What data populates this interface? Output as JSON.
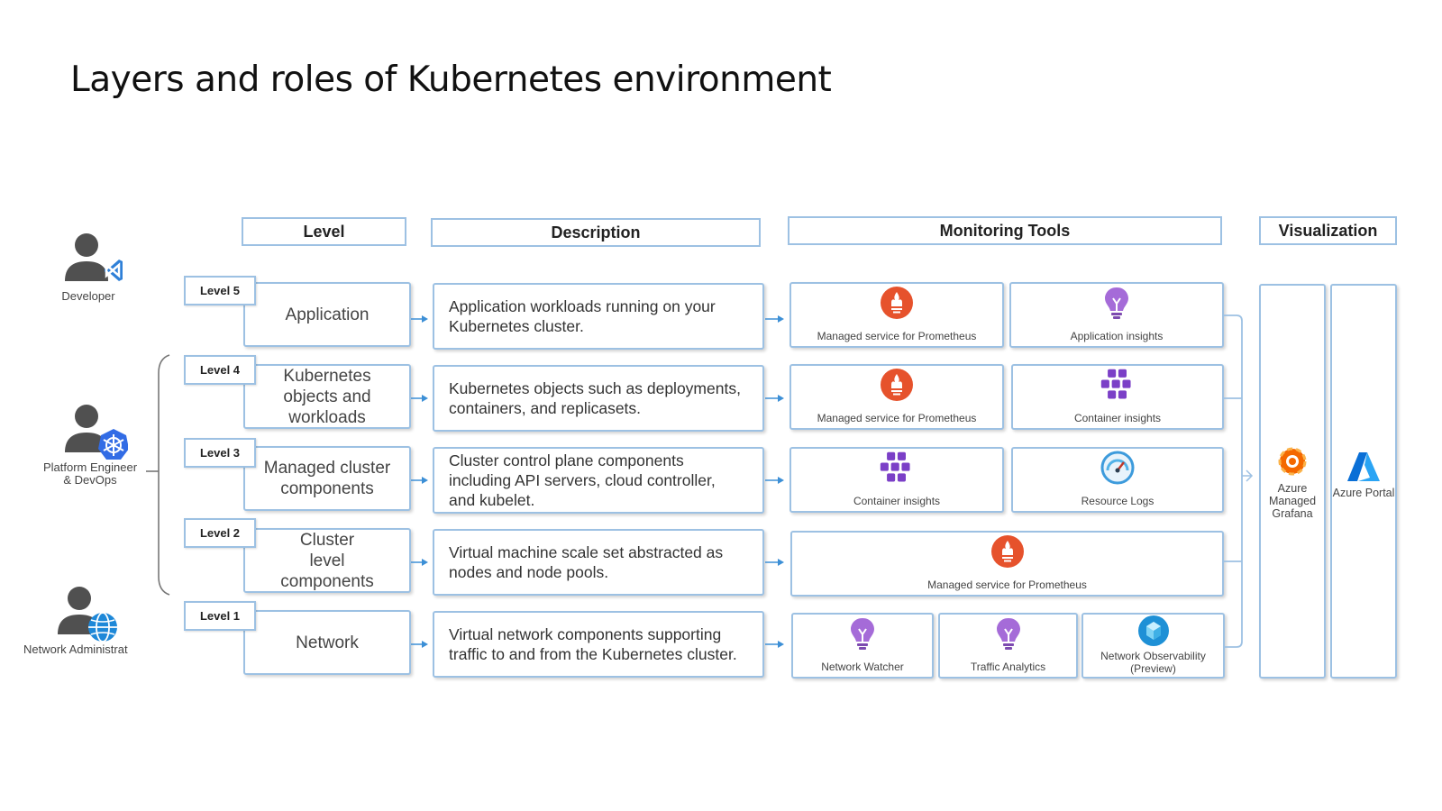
{
  "title": "Layers and roles of Kubernetes environment",
  "headers": {
    "level": "Level",
    "description": "Description",
    "monitoring": "Monitoring Tools",
    "visualization": "Visualization"
  },
  "roles": [
    {
      "label_lines": [
        "Developer"
      ],
      "badge_icon": "vscode-icon"
    },
    {
      "label_lines": [
        "Platform Engineer",
        "& DevOps"
      ],
      "badge_icon": "kubernetes-icon"
    },
    {
      "label_lines": [
        "Network Administrat"
      ],
      "badge_icon": "network-globe-icon"
    }
  ],
  "levels": [
    {
      "badge": "Level 5",
      "name": "Application",
      "description": "Application workloads running on your Kubernetes cluster.",
      "tools": [
        {
          "label": "Managed service for Prometheus",
          "icon": "prometheus-icon"
        },
        {
          "label": "Application insights",
          "icon": "app-insights-icon"
        }
      ]
    },
    {
      "badge": "Level 4",
      "name": "Kubernetes objects and workloads",
      "description": "Kubernetes objects such as deployments, containers, and replicasets.",
      "tools": [
        {
          "label": "Managed service for Prometheus",
          "icon": "prometheus-icon"
        },
        {
          "label": "Container insights",
          "icon": "container-insights-icon"
        }
      ]
    },
    {
      "badge": "Level 3",
      "name": "Managed cluster components",
      "description": "Cluster control plane components including API servers, cloud controller, and kubelet.",
      "tools": [
        {
          "label": "Container insights",
          "icon": "container-insights-icon"
        },
        {
          "label": "Resource Logs",
          "icon": "resource-logs-icon"
        }
      ]
    },
    {
      "badge": "Level 2",
      "name": "Cluster level components",
      "description": "Virtual machine scale set abstracted as nodes and node pools.",
      "tools": [
        {
          "label": "Managed service for Prometheus",
          "icon": "prometheus-icon"
        }
      ]
    },
    {
      "badge": "Level 1",
      "name": "Network",
      "description": "Virtual network components supporting traffic to and from the Kubernetes cluster.",
      "tools": [
        {
          "label": "Network Watcher",
          "icon": "network-watcher-icon"
        },
        {
          "label": "Traffic Analytics",
          "icon": "traffic-analytics-icon"
        },
        {
          "label": "Network Observability (Preview)",
          "icon": "network-observability-icon"
        }
      ]
    }
  ],
  "visualization": [
    {
      "label": "Azure Managed Grafana",
      "icon": "grafana-icon"
    },
    {
      "label": "Azure Portal",
      "icon": "azure-icon"
    }
  ],
  "colors": {
    "border": "#9dc1e3",
    "arrow": "#3c8fd6",
    "prometheus": "#e6522c",
    "insights": "#a56bd8",
    "containers": "#7b3fc7",
    "azure": "#0a6fd6"
  }
}
